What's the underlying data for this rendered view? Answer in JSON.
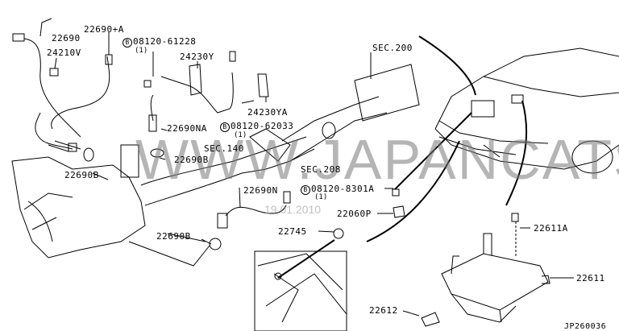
{
  "watermark": "WWW.JAPANCATS.RU",
  "date_stamp": "19.01.2010",
  "diagram_code": "JP260036",
  "labels": {
    "p22690": "22690",
    "p22690A": "22690+A",
    "p24210V": "24210V",
    "b08120_61228": "08120-61228",
    "q1a": "(1)",
    "p24230Y": "24230Y",
    "p24230YA": "24230YA",
    "p22690NA": "22690NA",
    "b08120_62033": "08120-62033",
    "q1b": "(1)",
    "sec200": "SEC.200",
    "sec140": "SEC.140",
    "sec208": "SEC.208",
    "p22690B_1": "22690B",
    "p22690B_2": "22690B",
    "p22690B_3": "22690B",
    "p22690N": "22690N",
    "b08120_8301A": "08120-8301A",
    "q1c": "(1)",
    "p22060P": "22060P",
    "p22745": "22745",
    "p22611A": "22611A",
    "p22611": "22611",
    "p22612": "22612",
    "bolt_mark": "B"
  }
}
